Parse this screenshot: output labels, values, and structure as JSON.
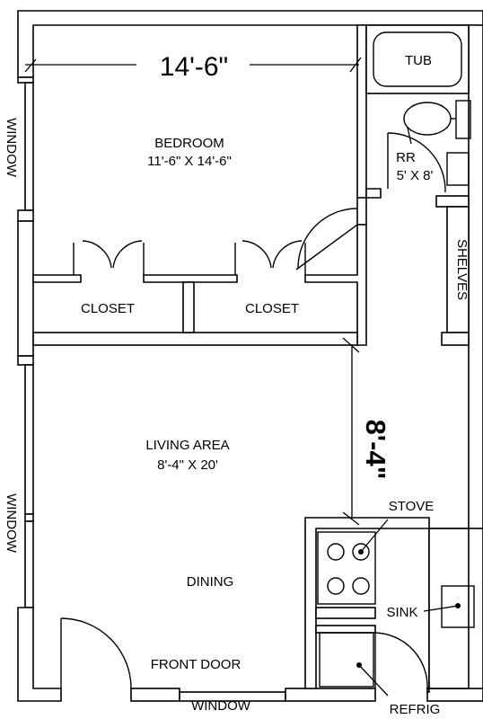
{
  "plan": {
    "dimensions": {
      "width": "14'-6\"",
      "height": "8'-4\""
    },
    "rooms": {
      "bedroom": {
        "name": "BEDROOM",
        "size": "11'-6\" X 14'-6\""
      },
      "restroom": {
        "name": "RR",
        "size": "5' X 8'"
      },
      "living": {
        "name": "LIVING AREA",
        "size": "8'-4\" X 20'"
      },
      "dining": "DINING"
    },
    "labels": {
      "tub": "TUB",
      "shelves": "SHELVES",
      "closet_1": "CLOSET",
      "closet_2": "CLOSET",
      "window_left_top": "WINDOW",
      "window_left_bottom": "WINDOW",
      "window_bottom": "WINDOW",
      "front_door": "FRONT DOOR",
      "stove": "STOVE",
      "sink": "SINK",
      "refrig": "REFRIG"
    }
  }
}
